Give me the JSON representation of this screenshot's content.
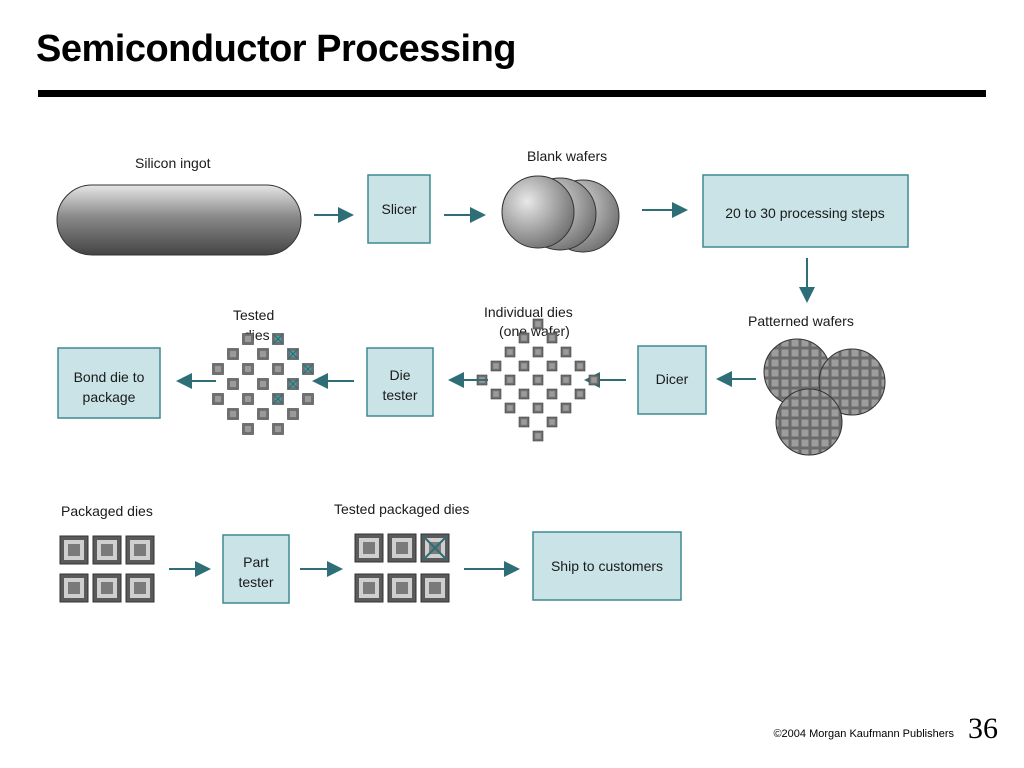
{
  "slide": {
    "title": "Semiconductor Processing",
    "footer": "©2004 Morgan Kaufmann Publishers",
    "page_number": "36"
  },
  "diagram": {
    "labels": {
      "silicon_ingot": "Silicon ingot",
      "slicer": "Slicer",
      "blank_wafers": "Blank wafers",
      "processing_steps": "20 to 30 processing steps",
      "patterned_wafers": "Patterned wafers",
      "dicer": "Dicer",
      "individual_dies_1": "Individual dies",
      "individual_dies_2": "(one wafer)",
      "die_tester_1": "Die",
      "die_tester_2": "tester",
      "tested_dies_1": "Tested",
      "tested_dies_2": "dies",
      "bond_die_1": "Bond die to",
      "bond_die_2": "package",
      "packaged_dies": "Packaged dies",
      "part_tester_1": "Part",
      "part_tester_2": "tester",
      "tested_packaged_dies": "Tested packaged dies",
      "ship_to_customers": "Ship to customers"
    },
    "colors": {
      "box_fill": "#c9e3e6",
      "box_stroke": "#3d8a90",
      "arrow": "#2e6e76",
      "gray_dark": "#555555",
      "gray_light": "#bdbdbd"
    }
  }
}
